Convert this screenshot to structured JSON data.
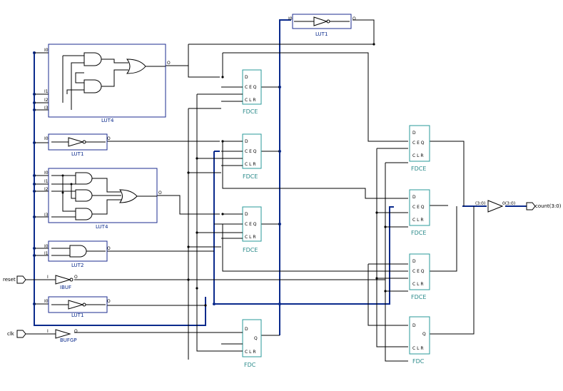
{
  "ports": {
    "reset": "reset",
    "clk": "clk",
    "count": "count(3:0)"
  },
  "cells": {
    "lut4_top": "LUT4",
    "lut4_mid": "LUT4",
    "lut1_a": "LUT1",
    "lut1_b": "LUT1",
    "lut1_top": "LUT1",
    "lut2": "LUT2",
    "ibuf": "IBUF",
    "bufgp": "BUFGP",
    "fdce_1": "FDCE",
    "fdce_2": "FDCE",
    "fdce_3": "FDCE",
    "fdce_4": "FDCE",
    "fdce_5": "FDCE",
    "fdce_6": "FDCE",
    "fdc_1": "FDC",
    "fdc_2": "FDC"
  },
  "pins": {
    "i0": "I0",
    "i1": "I1",
    "i2": "I2",
    "i3": "I3",
    "i": "I",
    "o": "O",
    "d": "D",
    "ce": "C E",
    "q": "Q",
    "clr": "C L R",
    "ceq": "C E Q",
    "bus_in": "(3:0)",
    "bus_out": "0(3:0)"
  },
  "colors": {
    "bus": "#0a2a8c",
    "cell_border": "#1b2b8f",
    "flipflop_border": "#2a9a9a"
  }
}
